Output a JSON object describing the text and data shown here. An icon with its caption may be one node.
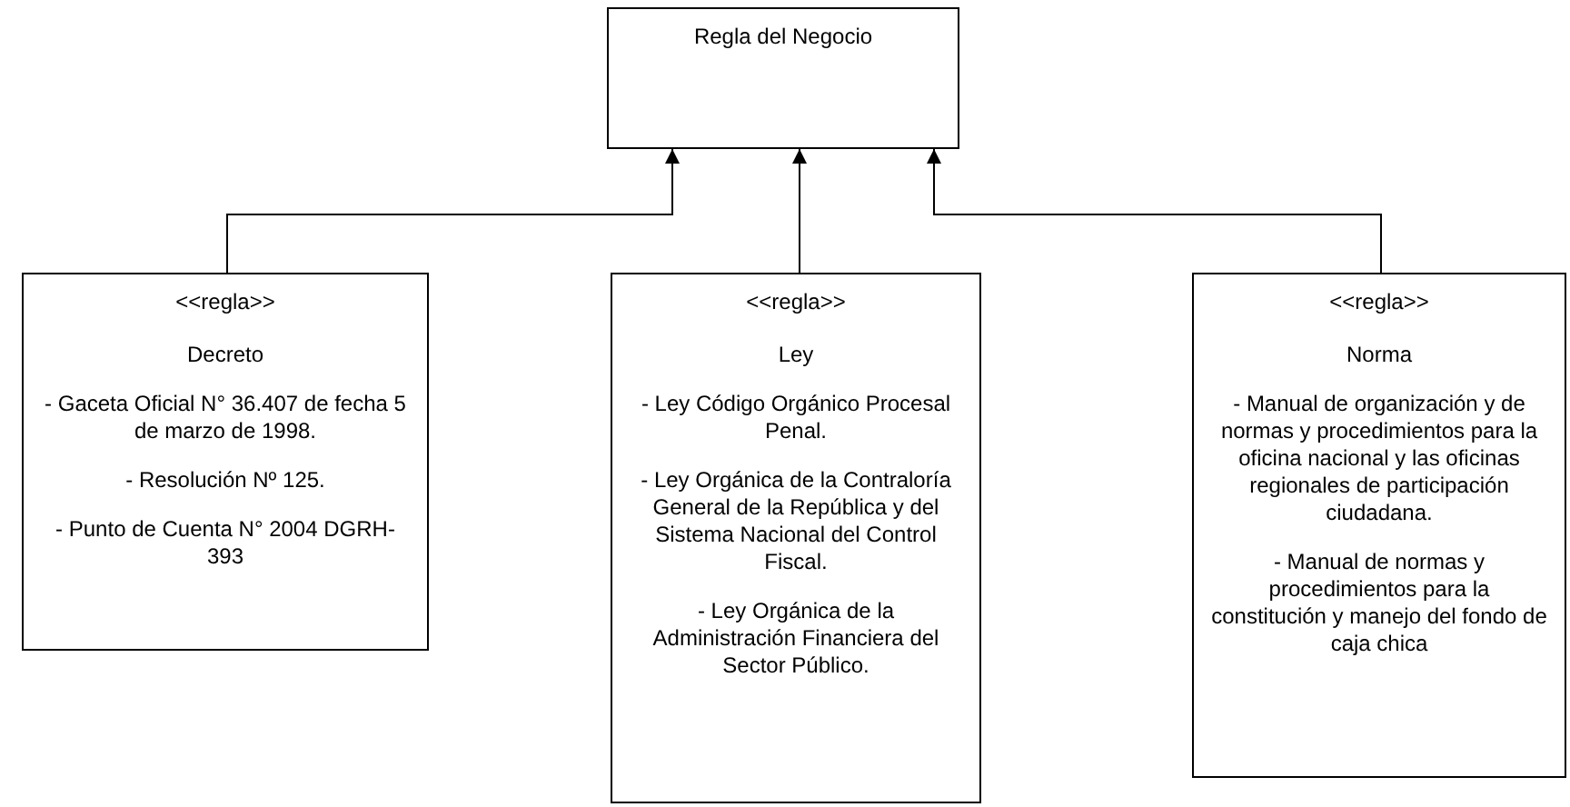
{
  "diagram": {
    "nodes": [
      {
        "text": [
          "Regla del Negocio"
        ]
      },
      {
        "text": [
          "<<regla>>",
          "Decreto",
          "- Gaceta Oficial N° 36.407 de fecha 5 de marzo de 1998.",
          "- Resolución Nº 125.",
          "- Punto de Cuenta N° 2004 DGRH-393"
        ]
      },
      {
        "text": [
          "<<regla>>",
          "Ley",
          "- Ley Código Orgánico Procesal Penal.",
          "- Ley Orgánica de la Contraloría General de la República y del Sistema Nacional del Control Fiscal.",
          "- Ley Orgánica de la Administración Financiera del Sector Público."
        ]
      },
      {
        "text": [
          "<<regla>>",
          "Norma",
          "- Manual de organización y de normas y procedimientos para la oficina nacional y las oficinas regionales de participación ciudadana.",
          "- Manual de normas y procedimientos para la constitución y manejo del fondo de caja chica"
        ]
      }
    ],
    "edges": [
      {
        "from": 1,
        "to": 0,
        "arrow": "to"
      },
      {
        "from": 2,
        "to": 0,
        "arrow": "to"
      },
      {
        "from": 3,
        "to": 0,
        "arrow": "to"
      }
    ]
  }
}
